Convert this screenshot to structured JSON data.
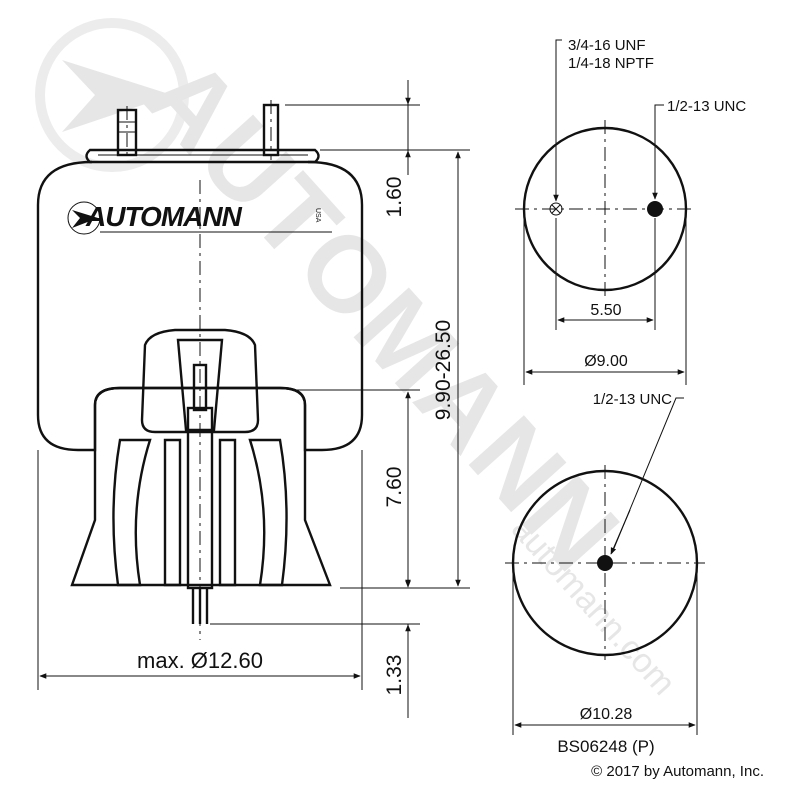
{
  "brand": {
    "logo_text": "AUTOMANN",
    "watermark_text": "AUTOMANN",
    "watermark_url": "automann.com",
    "trademark": "USA"
  },
  "side_view": {
    "dim_top": "1.60",
    "dim_height_range": "9.90-26.50",
    "dim_piston": "7.60",
    "dim_bottom": "1.33",
    "dim_max_diameter": "max. Ø12.60"
  },
  "top_view": {
    "port_label_line1": "3/4-16 UNF",
    "port_label_line2": "1/4-18 NPTF",
    "stud_label": "1/2-13 UNC",
    "spacing": "5.50",
    "diameter": "Ø9.00"
  },
  "bottom_view": {
    "stud_label": "1/2-13 UNC",
    "diameter": "Ø10.28"
  },
  "part_number": "BS06248 (P)",
  "copyright": "© 2017 by Automann, Inc.",
  "colors": {
    "line": "#111111",
    "watermark": "#e6e6e6",
    "background": "#ffffff"
  }
}
